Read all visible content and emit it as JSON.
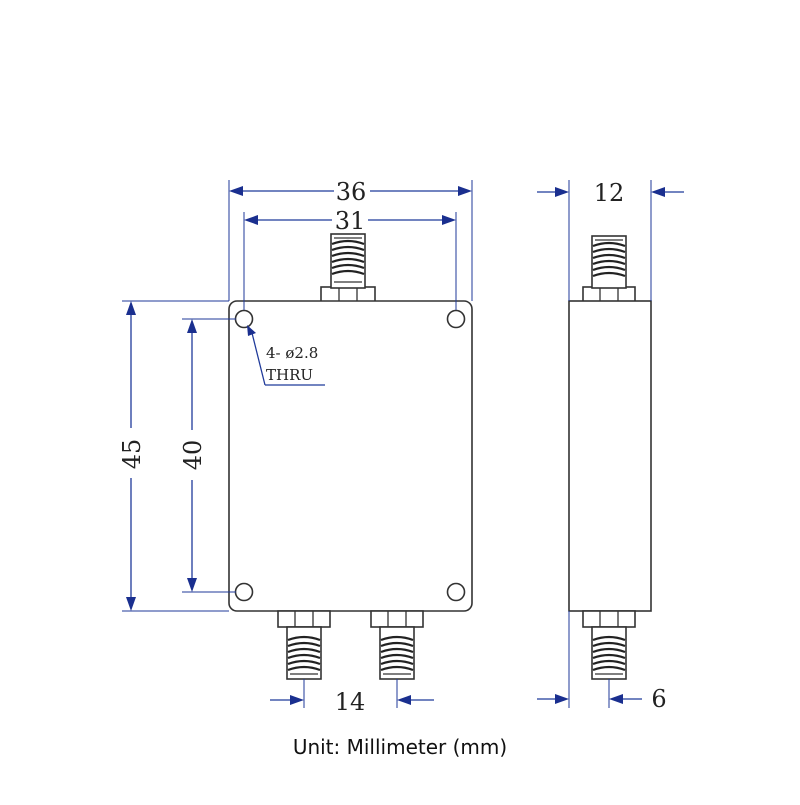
{
  "dimensions": {
    "width_overall": "36",
    "hole_spacing_x": "31",
    "depth": "12",
    "height_overall": "45",
    "hole_spacing_y": "40",
    "output_spacing": "14",
    "connector_offset": "6"
  },
  "note": {
    "hole_count_dia": "4- ø2.8",
    "thru": "THRU"
  },
  "caption": "Unit: Millimeter (mm)",
  "colors": {
    "dimension": "#1f3a9a",
    "outline": "#333333"
  }
}
